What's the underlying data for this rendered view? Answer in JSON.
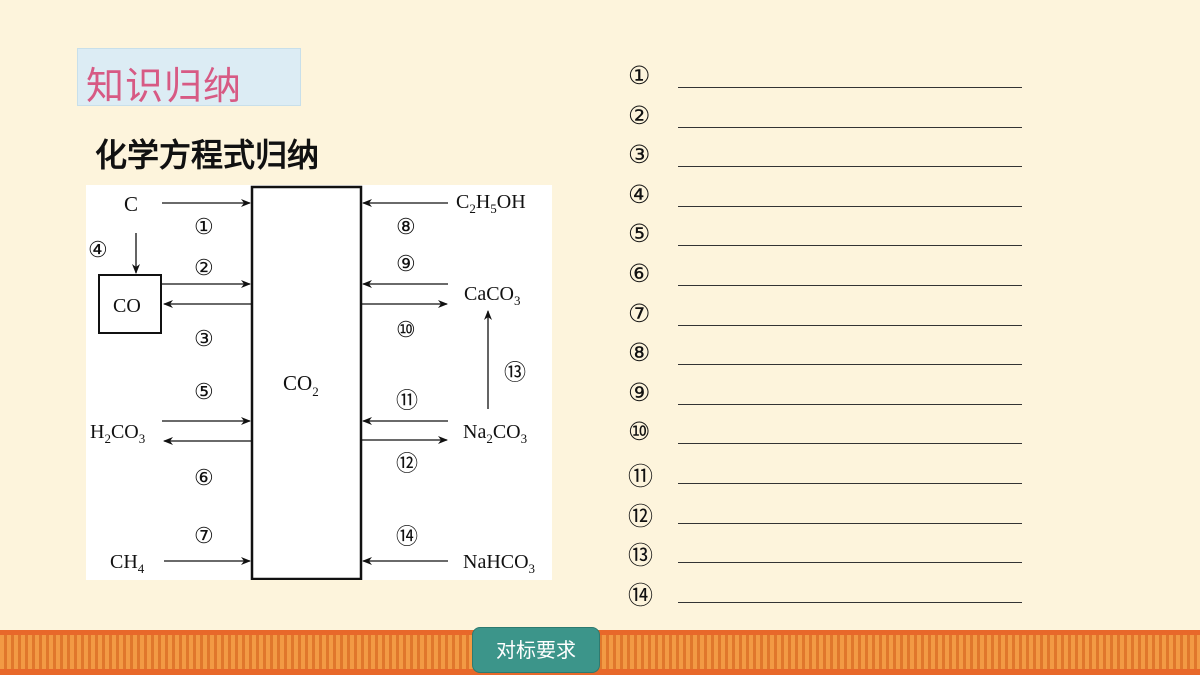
{
  "header": {
    "tag_title": "知识归纳",
    "subtitle": "化学方程式归纳"
  },
  "diagram": {
    "center": {
      "main": "CO",
      "sub": "2"
    },
    "nodes": {
      "c": "C",
      "co": "CO",
      "h2co3": [
        "H",
        "2",
        "CO",
        "3"
      ],
      "ch4": [
        "CH",
        "4"
      ],
      "c2h5oh": [
        "C",
        "2",
        "H",
        "5",
        "OH"
      ],
      "caco3": [
        "CaCO",
        "3"
      ],
      "na2co3": [
        "Na",
        "2",
        "CO",
        "3"
      ],
      "nahco3": [
        "NaHCO",
        "3"
      ]
    },
    "markers": [
      "①",
      "②",
      "③",
      "④",
      "⑤",
      "⑥",
      "⑦",
      "⑧",
      "⑨",
      "⑩",
      "⑪",
      "⑫",
      "⑬",
      "⑭"
    ]
  },
  "answers": {
    "numbers": [
      "①",
      "②",
      "③",
      "④",
      "⑤",
      "⑥",
      "⑦",
      "⑧",
      "⑨",
      "⑩",
      "⑪",
      "⑫",
      "⑬",
      "⑭"
    ]
  },
  "footer": {
    "button_label": "对标要求"
  },
  "colors": {
    "background": "#fdf4dc",
    "tag_text": "#d75a84",
    "tag_bg": "#dcecf4",
    "button": "#3c958a",
    "footer_band": "#f29a44"
  }
}
